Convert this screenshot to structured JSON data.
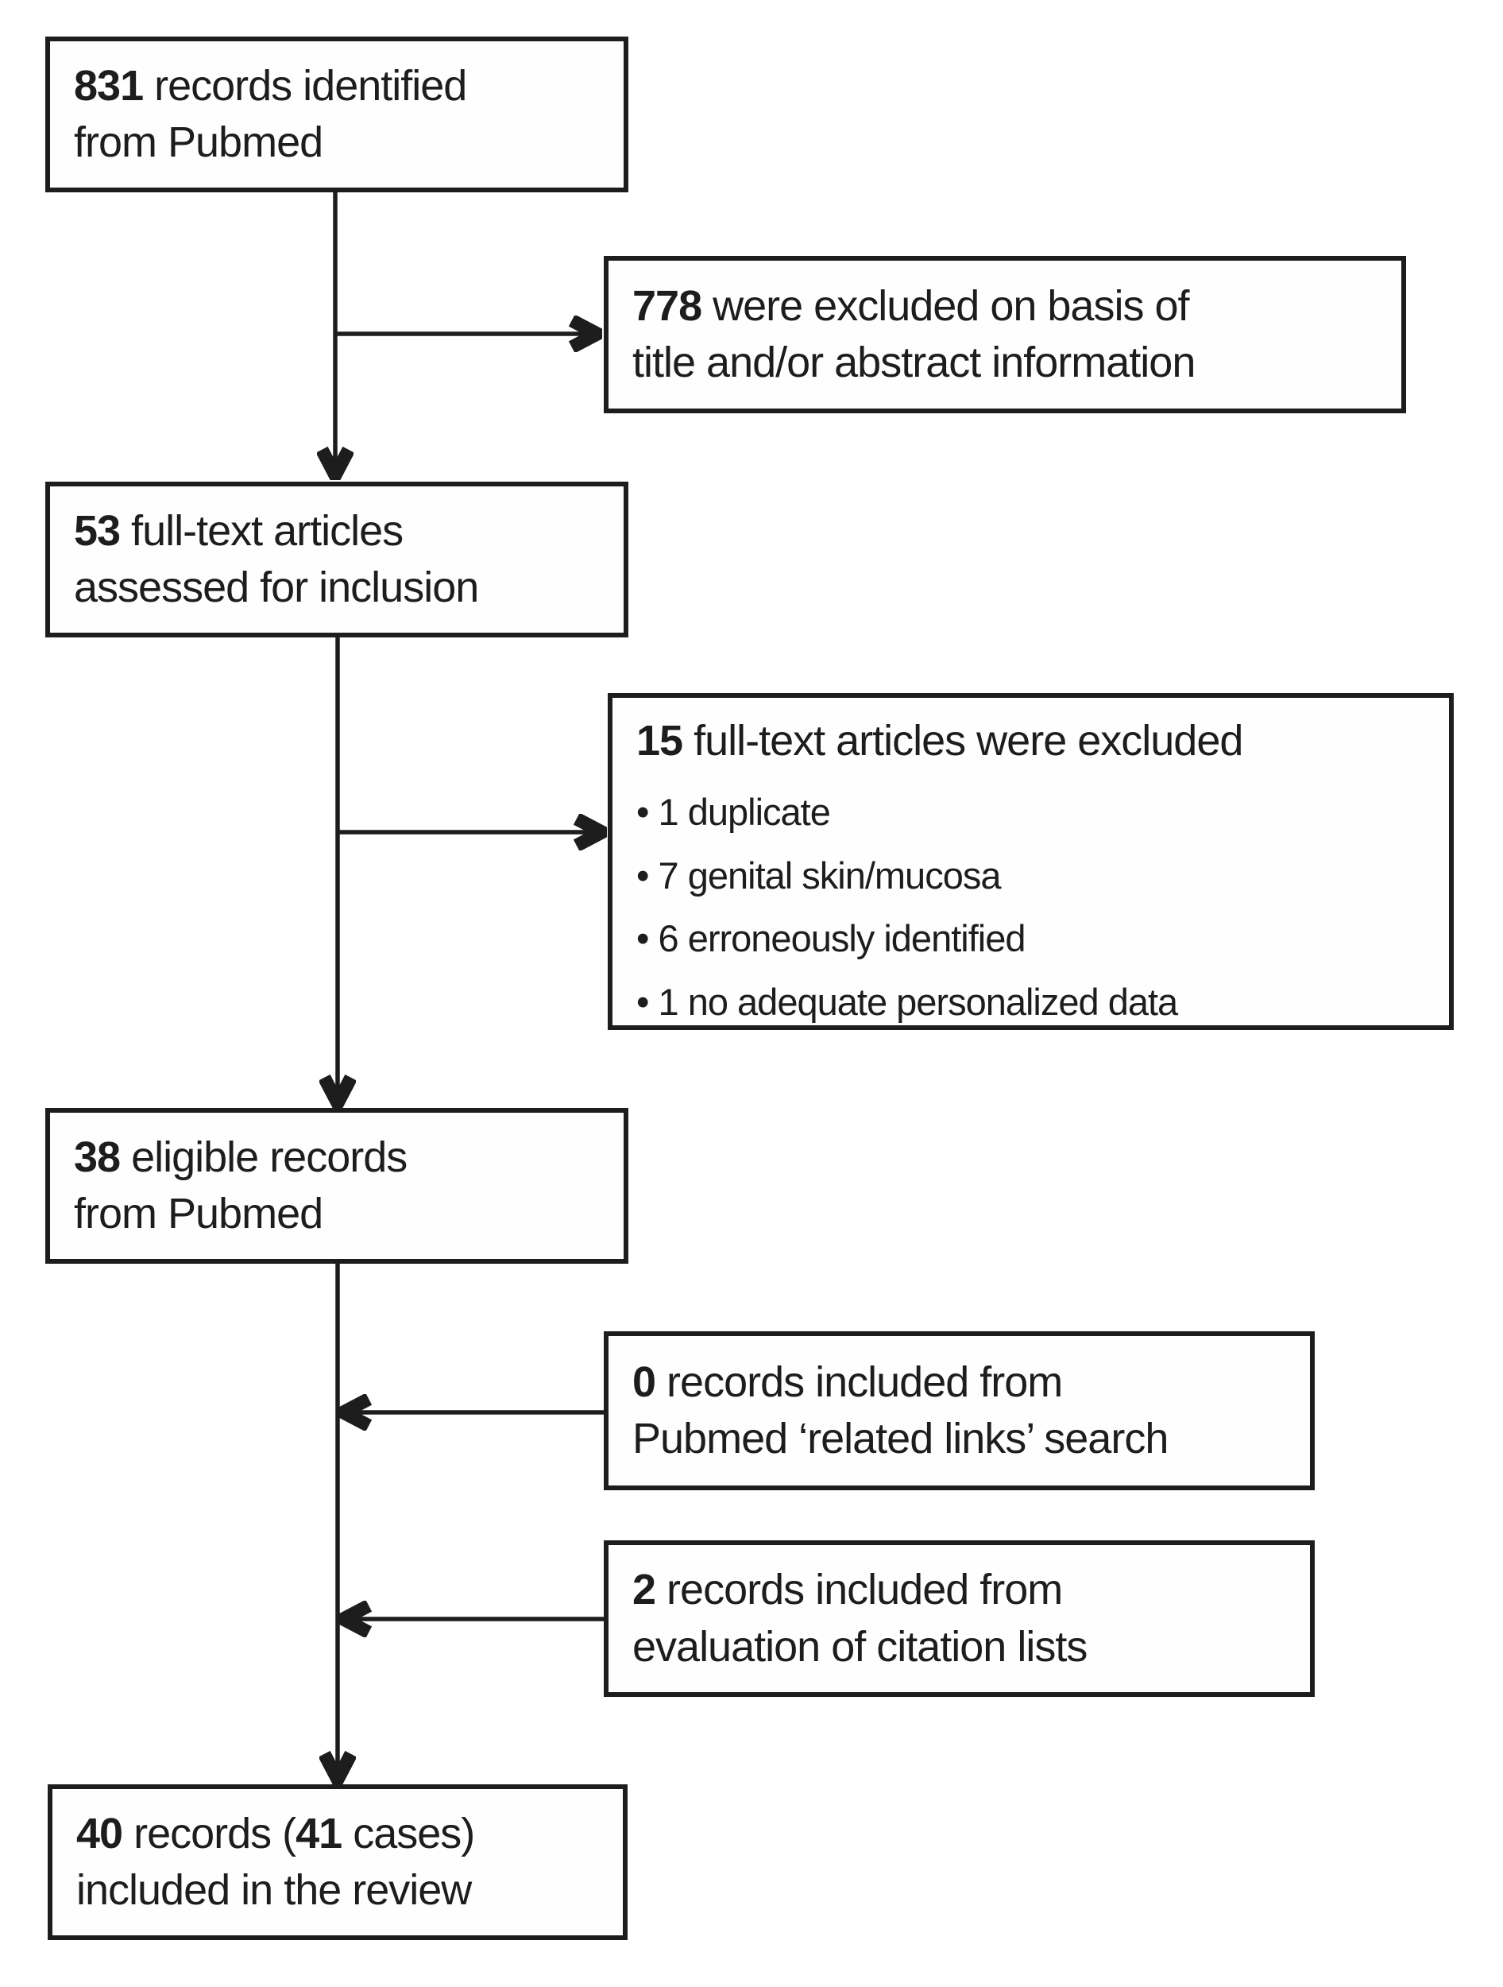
{
  "figure": {
    "background": "#ffffff",
    "line_color": "#1d1d1d",
    "text_color": "#1d1d1d",
    "bullet_char": "•"
  },
  "boxes": {
    "identified": {
      "lines": [
        [
          {
            "t": "831",
            "b": 1
          },
          {
            "t": " records identified"
          }
        ],
        [
          {
            "t": "from Pubmed"
          }
        ]
      ]
    },
    "excluded_screening": {
      "lines": [
        [
          {
            "t": "778",
            "b": 1
          },
          {
            "t": " were excluded on basis of"
          }
        ],
        [
          {
            "t": "title and/or abstract information"
          }
        ]
      ]
    },
    "fulltext_assessed": {
      "lines": [
        [
          {
            "t": "53",
            "b": 1
          },
          {
            "t": " full-text articles"
          }
        ],
        [
          {
            "t": "assessed for inclusion"
          }
        ]
      ]
    },
    "fulltext_excluded": {
      "lines": [
        [
          {
            "t": "15",
            "b": 1
          },
          {
            "t": " full-text articles were excluded"
          }
        ]
      ],
      "bullets": [
        "1 duplicate",
        "7 genital skin/mucosa",
        "6 erroneously identified",
        "1 no adequate personalized data"
      ]
    },
    "eligible": {
      "lines": [
        [
          {
            "t": "38",
            "b": 1
          },
          {
            "t": " eligible records"
          }
        ],
        [
          {
            "t": "from Pubmed"
          }
        ]
      ]
    },
    "related_links": {
      "lines": [
        [
          {
            "t": "0",
            "b": 1
          },
          {
            "t": " records included from"
          }
        ],
        [
          {
            "t": "Pubmed ‘related links’ search"
          }
        ]
      ]
    },
    "citation_lists": {
      "lines": [
        [
          {
            "t": "2",
            "b": 1
          },
          {
            "t": " records included from"
          }
        ],
        [
          {
            "t": "evaluation of citation lists"
          }
        ]
      ]
    },
    "included": {
      "lines": [
        [
          {
            "t": "40",
            "b": 1
          },
          {
            "t": " records ("
          },
          {
            "t": "41",
            "b": 1
          },
          {
            "t": " cases)"
          }
        ],
        [
          {
            "t": "included in the review"
          }
        ]
      ]
    }
  }
}
